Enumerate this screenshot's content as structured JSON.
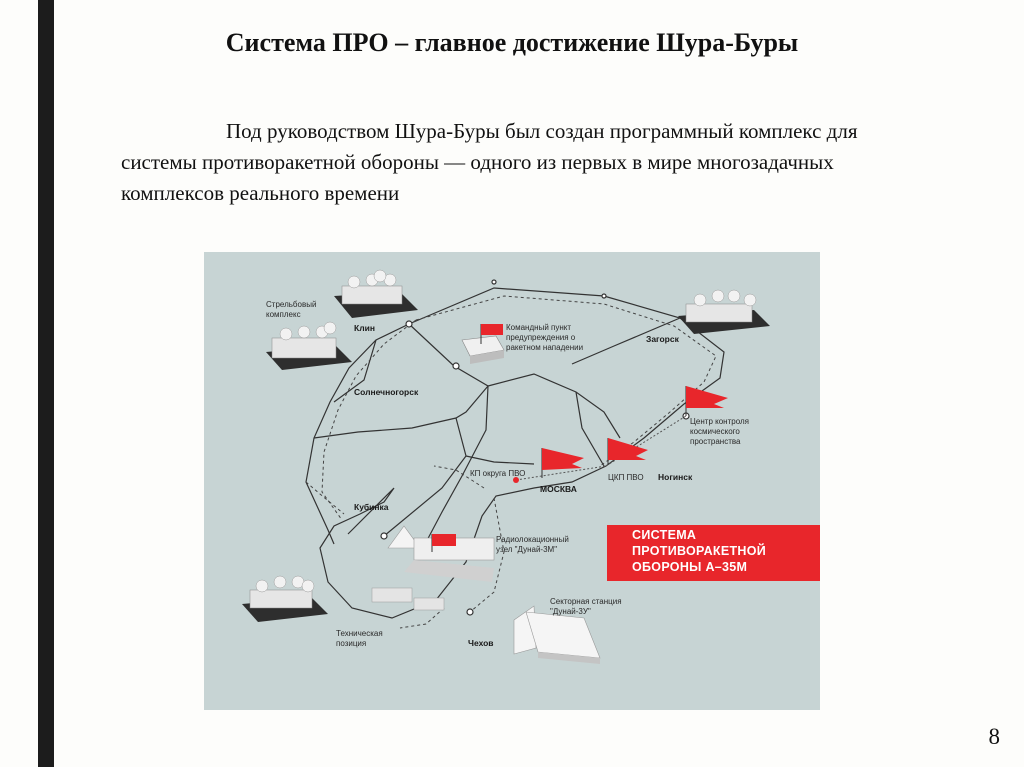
{
  "slide": {
    "title": "Система ПРО – главное достижение Шура-Буры",
    "paragraph": "Под руководством Шура-Буры был создан программный комплекс для системы противоракетной обороны — одного из первых в мире многозадачных комплексов реального времени",
    "page_number": "8"
  },
  "map": {
    "labels": {
      "strelb1": "Стрельбовый",
      "strelb2": "комплекс",
      "klin": "Клин",
      "komand1": "Командный пункт",
      "komand2": "предупреждения о",
      "komand3": "ракетном нападении",
      "zagorsk": "Загорск",
      "solnech": "Солнечногорск",
      "centr1": "Центр контроля",
      "centr2": "космического",
      "centr3": "пространства",
      "kp1": "КП округа ПВО",
      "moskva": "МОСКВА",
      "ckp": "ЦКП ПВО",
      "noginsk": "Ногинск",
      "kubinka": "Кубинка",
      "radio1": "Радиолокационный",
      "radio2": "узел \"Дунай-3М\"",
      "sekt1": "Секторная станция",
      "sekt2": "\"Дунай-3У\"",
      "tech1": "Техническая",
      "tech2": "позиция",
      "chehov": "Чехов"
    },
    "banner": {
      "line1": "СИСТЕМА",
      "line2": "ПРОТИВОРАКЕТНОЙ",
      "line3": "ОБОРОНЫ  А–35М"
    },
    "colors": {
      "background": "#c7d4d4",
      "banner": "#e8262b",
      "flag": "#e8262b"
    }
  }
}
